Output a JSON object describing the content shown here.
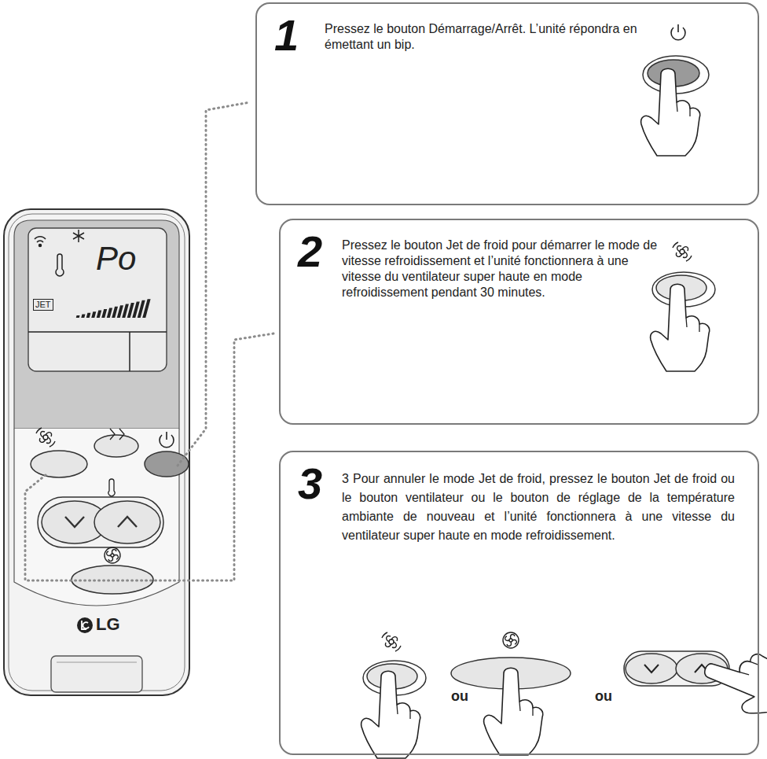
{
  "diagram": {
    "nodes": [
      {
        "text": [
          "1",
          "Pressez le bouton Démarrage/Arrêt. L’unité répondra en émettant un bip."
        ]
      },
      {
        "text": [
          "2",
          "Pressez le bouton Jet de froid pour démarrer le mode de vitesse refroidissement et l’unité fonctionnera à une vitesse du ventilateur super haute en mode refroidissement pendant 30 minutes."
        ]
      },
      {
        "text": [
          "3",
          "3 Pour annuler le mode Jet de froid, pressez le bouton Jet de froid ou le bouton ventilateur ou le bouton de réglage de la température ambiante de nouveau et l’unité fonctionnera à une vitesse du ventilateur super haute en mode refroidissement."
        ]
      }
    ],
    "labels": [
      "Po",
      "JET",
      "LG",
      "ou",
      "ou"
    ]
  }
}
